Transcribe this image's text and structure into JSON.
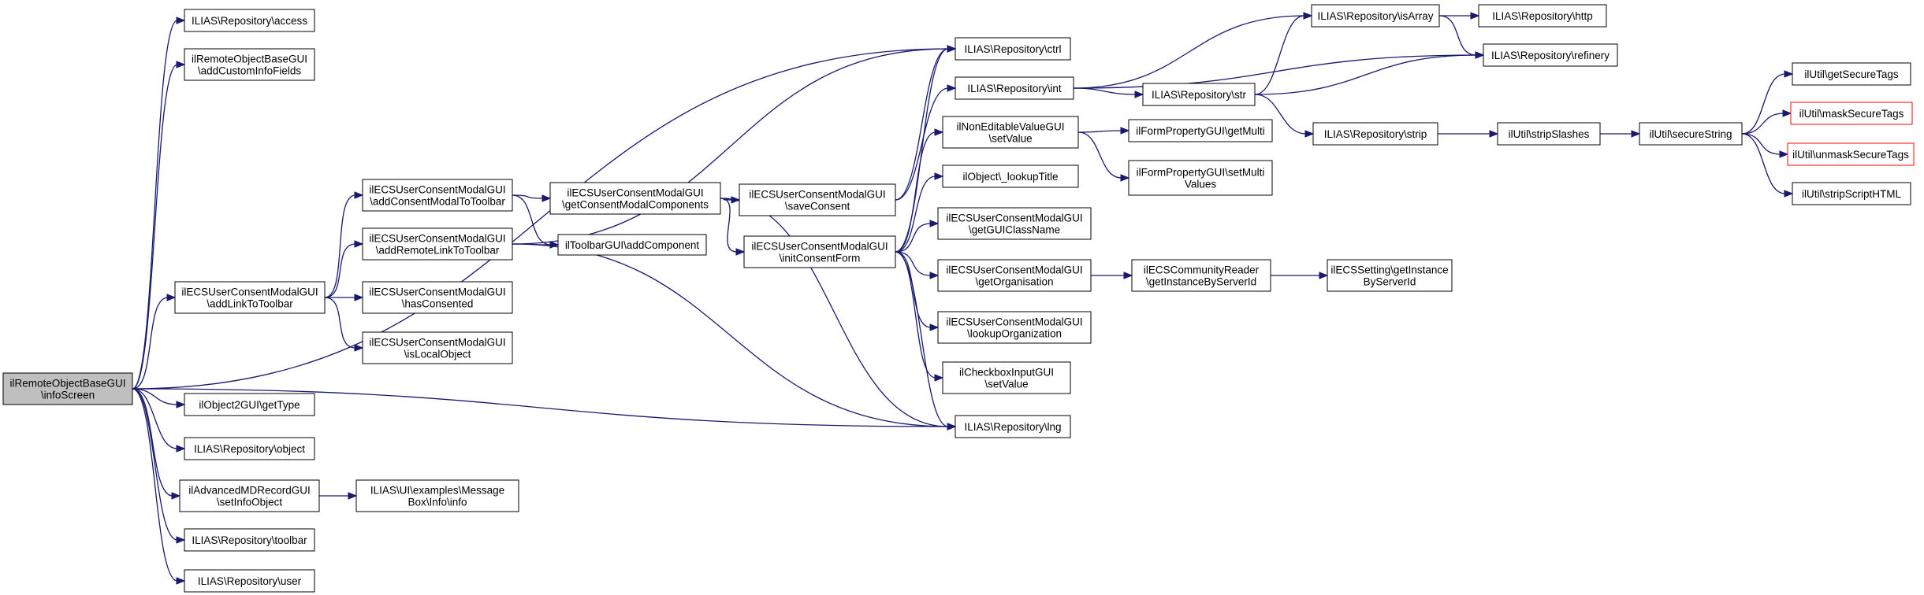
{
  "nodes": [
    {
      "id": "infoScreen",
      "lines": [
        "ilRemoteObjectBaseGUI",
        "\\infoScreen"
      ],
      "root": true
    },
    {
      "id": "access",
      "lines": [
        "ILIAS\\Repository\\access"
      ]
    },
    {
      "id": "addCustomInfoFields",
      "lines": [
        "ilRemoteObjectBaseGUI",
        "\\addCustomInfoFields"
      ]
    },
    {
      "id": "addLinkToToolbar",
      "lines": [
        "ilECSUserConsentModalGUI",
        "\\addLinkToToolbar"
      ]
    },
    {
      "id": "getType",
      "lines": [
        "ilObject2GUI\\getType"
      ]
    },
    {
      "id": "object",
      "lines": [
        "ILIAS\\Repository\\object"
      ]
    },
    {
      "id": "setInfoObject",
      "lines": [
        "ilAdvancedMDRecordGUI",
        "\\setInfoObject"
      ]
    },
    {
      "id": "toolbar",
      "lines": [
        "ILIAS\\Repository\\toolbar"
      ]
    },
    {
      "id": "user",
      "lines": [
        "ILIAS\\Repository\\user"
      ]
    },
    {
      "id": "addConsentModalToToolbar",
      "lines": [
        "ilECSUserConsentModalGUI",
        "\\addConsentModalToToolbar"
      ]
    },
    {
      "id": "addRemoteLinkToToolbar",
      "lines": [
        "ilECSUserConsentModalGUI",
        "\\addRemoteLinkToToolbar"
      ]
    },
    {
      "id": "hasConsented",
      "lines": [
        "ilECSUserConsentModalGUI",
        "\\hasConsented"
      ]
    },
    {
      "id": "isLocalObject",
      "lines": [
        "ilECSUserConsentModalGUI",
        "\\isLocalObject"
      ]
    },
    {
      "id": "messageBoxInfo",
      "lines": [
        "ILIAS\\UI\\examples\\Message",
        "Box\\Info\\info"
      ]
    },
    {
      "id": "getConsentModalComponents",
      "lines": [
        "ilECSUserConsentModalGUI",
        "\\getConsentModalComponents"
      ]
    },
    {
      "id": "addComponent",
      "lines": [
        "ilToolbarGUI\\addComponent"
      ]
    },
    {
      "id": "saveConsent",
      "lines": [
        "ilECSUserConsentModalGUI",
        "\\saveConsent"
      ]
    },
    {
      "id": "initConsentForm",
      "lines": [
        "ilECSUserConsentModalGUI",
        "\\initConsentForm"
      ]
    },
    {
      "id": "ctrl",
      "lines": [
        "ILIAS\\Repository\\ctrl"
      ]
    },
    {
      "id": "int",
      "lines": [
        "ILIAS\\Repository\\int"
      ]
    },
    {
      "id": "nevSetValue",
      "lines": [
        "ilNonEditableValueGUI",
        "\\setValue"
      ]
    },
    {
      "id": "lookupTitle",
      "lines": [
        "ilObject\\_lookupTitle"
      ]
    },
    {
      "id": "getGUIClassName",
      "lines": [
        "ilECSUserConsentModalGUI",
        "\\getGUIClassName"
      ]
    },
    {
      "id": "getOrganisation",
      "lines": [
        "ilECSUserConsentModalGUI",
        "\\getOrganisation"
      ]
    },
    {
      "id": "lookupOrganization",
      "lines": [
        "ilECSUserConsentModalGUI",
        "\\lookupOrganization"
      ]
    },
    {
      "id": "cbSetValue",
      "lines": [
        "ilCheckboxInputGUI",
        "\\setValue"
      ]
    },
    {
      "id": "lng",
      "lines": [
        "ILIAS\\Repository\\lng"
      ]
    },
    {
      "id": "isArray",
      "lines": [
        "ILIAS\\Repository\\isArray"
      ]
    },
    {
      "id": "str",
      "lines": [
        "ILIAS\\Repository\\str"
      ]
    },
    {
      "id": "getMulti",
      "lines": [
        "ilFormPropertyGUI\\getMulti"
      ]
    },
    {
      "id": "setMultiValues",
      "lines": [
        "ilFormPropertyGUI\\setMulti",
        "Values"
      ]
    },
    {
      "id": "getInstanceByServerId",
      "lines": [
        "ilECSCommunityReader",
        "\\getInstanceByServerId"
      ]
    },
    {
      "id": "http",
      "lines": [
        "ILIAS\\Repository\\http"
      ]
    },
    {
      "id": "refinery",
      "lines": [
        "ILIAS\\Repository\\refinery"
      ]
    },
    {
      "id": "strip",
      "lines": [
        "ILIAS\\Repository\\strip"
      ]
    },
    {
      "id": "settingGetInstance",
      "lines": [
        "ilECSSetting\\getInstance",
        "ByServerId"
      ]
    },
    {
      "id": "stripSlashes",
      "lines": [
        "ilUtil\\stripSlashes"
      ]
    },
    {
      "id": "secureString",
      "lines": [
        "ilUtil\\secureString"
      ]
    },
    {
      "id": "getSecureTags",
      "lines": [
        "ilUtil\\getSecureTags"
      ]
    },
    {
      "id": "maskSecureTags",
      "lines": [
        "ilUtil\\maskSecureTags"
      ],
      "red": true
    },
    {
      "id": "unmaskSecureTags",
      "lines": [
        "ilUtil\\unmaskSecureTags"
      ],
      "red": true
    },
    {
      "id": "stripScriptHTML",
      "lines": [
        "ilUtil\\stripScriptHTML"
      ]
    }
  ],
  "edges": [
    [
      "infoScreen",
      "access"
    ],
    [
      "infoScreen",
      "addCustomInfoFields"
    ],
    [
      "infoScreen",
      "ctrl"
    ],
    [
      "infoScreen",
      "addLinkToToolbar"
    ],
    [
      "infoScreen",
      "getType"
    ],
    [
      "infoScreen",
      "lng"
    ],
    [
      "infoScreen",
      "object"
    ],
    [
      "infoScreen",
      "setInfoObject"
    ],
    [
      "infoScreen",
      "toolbar"
    ],
    [
      "infoScreen",
      "user"
    ],
    [
      "addLinkToToolbar",
      "addConsentModalToToolbar"
    ],
    [
      "addLinkToToolbar",
      "addRemoteLinkToToolbar"
    ],
    [
      "addLinkToToolbar",
      "hasConsented"
    ],
    [
      "addLinkToToolbar",
      "isLocalObject"
    ],
    [
      "setInfoObject",
      "messageBoxInfo"
    ],
    [
      "addConsentModalToToolbar",
      "getConsentModalComponents"
    ],
    [
      "addConsentModalToToolbar",
      "addComponent"
    ],
    [
      "addRemoteLinkToToolbar",
      "ctrl"
    ],
    [
      "addRemoteLinkToToolbar",
      "addComponent"
    ],
    [
      "addRemoteLinkToToolbar",
      "lng"
    ],
    [
      "getConsentModalComponents",
      "saveConsent"
    ],
    [
      "getConsentModalComponents",
      "initConsentForm"
    ],
    [
      "getConsentModalComponents",
      "lng"
    ],
    [
      "saveConsent",
      "ctrl"
    ],
    [
      "saveConsent",
      "int"
    ],
    [
      "initConsentForm",
      "ctrl"
    ],
    [
      "initConsentForm",
      "nevSetValue"
    ],
    [
      "initConsentForm",
      "lookupTitle"
    ],
    [
      "initConsentForm",
      "getGUIClassName"
    ],
    [
      "initConsentForm",
      "getOrganisation"
    ],
    [
      "initConsentForm",
      "lookupOrganization"
    ],
    [
      "initConsentForm",
      "cbSetValue"
    ],
    [
      "initConsentForm",
      "lng"
    ],
    [
      "int",
      "isArray"
    ],
    [
      "int",
      "str"
    ],
    [
      "int",
      "refinery"
    ],
    [
      "nevSetValue",
      "getMulti"
    ],
    [
      "nevSetValue",
      "setMultiValues"
    ],
    [
      "getOrganisation",
      "getInstanceByServerId"
    ],
    [
      "isArray",
      "http"
    ],
    [
      "isArray",
      "refinery"
    ],
    [
      "str",
      "isArray"
    ],
    [
      "str",
      "refinery"
    ],
    [
      "str",
      "strip"
    ],
    [
      "strip",
      "stripSlashes"
    ],
    [
      "getInstanceByServerId",
      "settingGetInstance"
    ],
    [
      "stripSlashes",
      "secureString"
    ],
    [
      "secureString",
      "getSecureTags"
    ],
    [
      "secureString",
      "maskSecureTags"
    ],
    [
      "secureString",
      "unmaskSecureTags"
    ],
    [
      "secureString",
      "stripScriptHTML"
    ]
  ]
}
